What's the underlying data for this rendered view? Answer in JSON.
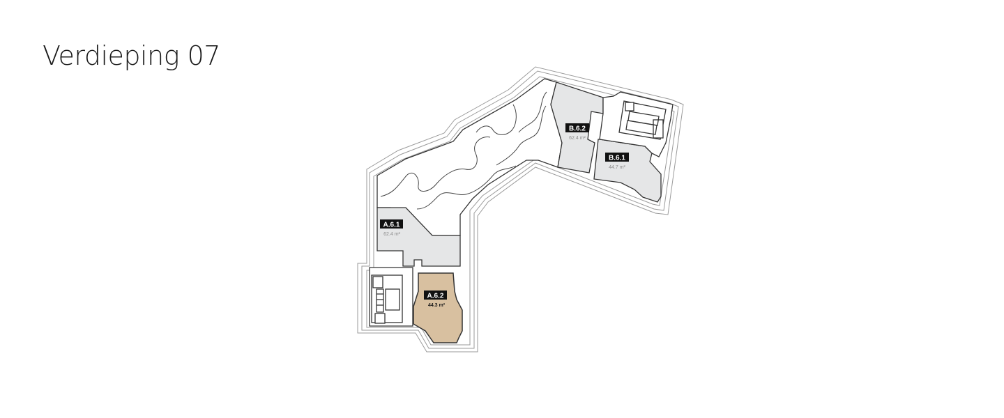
{
  "floor": {
    "title": "Verdieping 07"
  },
  "units": [
    {
      "id": "B.6.2",
      "area": "62.4 m²",
      "highlighted": false
    },
    {
      "id": "B.6.1",
      "area": "44.7 m²",
      "highlighted": false
    },
    {
      "id": "A.6.1",
      "area": "62.4 m²",
      "highlighted": false
    },
    {
      "id": "A.6.2",
      "area": "44.3 m²",
      "highlighted": true
    }
  ],
  "colors": {
    "unit_fill": "#e5e6e7",
    "highlight_fill": "#d8c0a0",
    "label_bg": "#111111",
    "wall_stroke": "#333333",
    "outline_stroke": "#9a9a9a"
  }
}
